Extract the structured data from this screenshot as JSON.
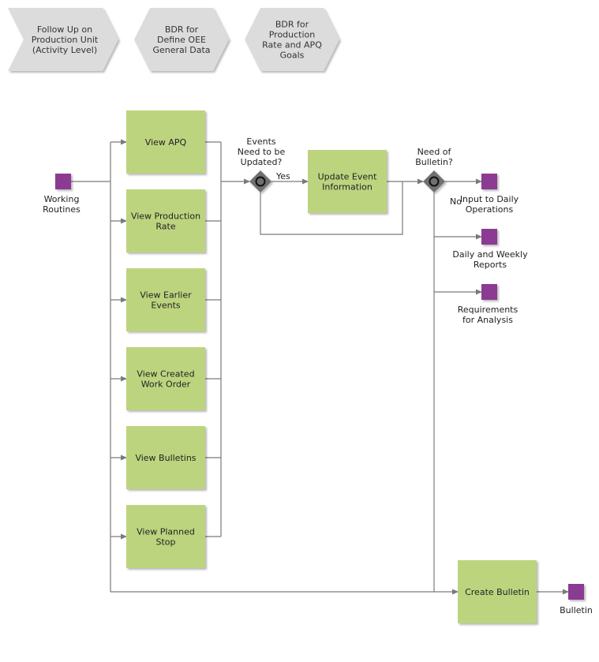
{
  "colors": {
    "activity": "#bdd47f",
    "event": "#8b3a91",
    "header": "#dcdcdc",
    "connector": "#7a7a7a",
    "gateway": "#6f6f6f"
  },
  "header": {
    "items": [
      {
        "lines": [
          "Follow Up on",
          "Production Unit",
          "(Activity Level)"
        ]
      },
      {
        "lines": [
          "BDR for",
          "Define OEE",
          "General Data"
        ]
      },
      {
        "lines": [
          "BDR for",
          "Production",
          "Rate and APQ",
          "Goals"
        ]
      }
    ]
  },
  "activities": {
    "view_apq": {
      "lines": [
        "View APQ"
      ]
    },
    "view_production_rate": {
      "lines": [
        "View Production",
        "Rate"
      ]
    },
    "view_earlier_events": {
      "lines": [
        "View Earlier",
        "Events"
      ]
    },
    "view_created_work_order": {
      "lines": [
        "View Created",
        "Work Order"
      ]
    },
    "view_bulletins": {
      "lines": [
        "View Bulletins"
      ]
    },
    "view_planned_stop": {
      "lines": [
        "View Planned",
        "Stop"
      ]
    },
    "update_event_information": {
      "lines": [
        "Update Event",
        "Information"
      ]
    },
    "create_bulletin": {
      "lines": [
        "Create Bulletin"
      ]
    }
  },
  "events": {
    "working_routines": {
      "lines": [
        "Working",
        "Routines"
      ]
    },
    "input_daily_operations": {
      "lines": [
        "Input to Daily",
        "Operations"
      ]
    },
    "daily_weekly_reports": {
      "lines": [
        "Daily and Weekly",
        "Reports"
      ]
    },
    "requirements_analysis": {
      "lines": [
        "Requirements",
        "for Analysis"
      ]
    },
    "bulletin": {
      "lines": [
        "Bulletin"
      ]
    }
  },
  "gateways": {
    "events_updated": {
      "lines": [
        "Events",
        "Need to be",
        "Updated?"
      ]
    },
    "need_bulletin": {
      "lines": [
        "Need of",
        "Bulletin?"
      ]
    }
  },
  "edge_labels": {
    "yes": "Yes",
    "no": "No"
  }
}
